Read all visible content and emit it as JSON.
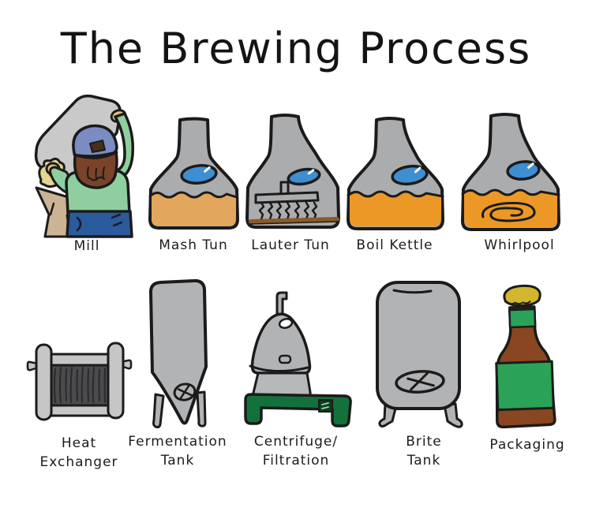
{
  "title": "The Brewing Process",
  "items": [
    {
      "id": "mill",
      "label": "Mill"
    },
    {
      "id": "mash-tun",
      "label": "Mash Tun"
    },
    {
      "id": "lauter-tun",
      "label": "Lauter Tun"
    },
    {
      "id": "boil-kettle",
      "label": "Boil Kettle"
    },
    {
      "id": "whirlpool",
      "label": "Whirlpool"
    },
    {
      "id": "heat-exchanger",
      "label": "Heat\nExchanger"
    },
    {
      "id": "fermentation-tank",
      "label": "Fermentation\nTank"
    },
    {
      "id": "centrifuge-filtration",
      "label": "Centrifuge/\nFiltration"
    },
    {
      "id": "brite-tank",
      "label": "Brite\nTank"
    },
    {
      "id": "packaging",
      "label": "Packaging"
    }
  ],
  "colors": {
    "ink": "#1b1b1b",
    "vessel_gray": "#abacae",
    "tank_gray": "#b2b3b5",
    "sack_gray": "#c9c9ca",
    "frame_gray": "#c6c6c7",
    "exchanger_dark": "#4b4b4d",
    "mash_liquid": "#e2a65c",
    "wort_orange": "#ec9826",
    "window_blue": "#3e8ed2",
    "shirt_green": "#8fcf9f",
    "jeans_blue": "#2b5b9d",
    "cap_blue": "#7b8cc3",
    "skin_brown": "#7a432a",
    "hand_tan": "#e4c07a",
    "hopper_tan": "#cbb394",
    "grain_yellow": "#e6d493",
    "grain_bed_brown": "#8a5a28",
    "skid_green": "#15713c",
    "bottle_brown": "#8a4620",
    "label_green": "#2aa257",
    "cap_gold": "#d1b62e"
  }
}
